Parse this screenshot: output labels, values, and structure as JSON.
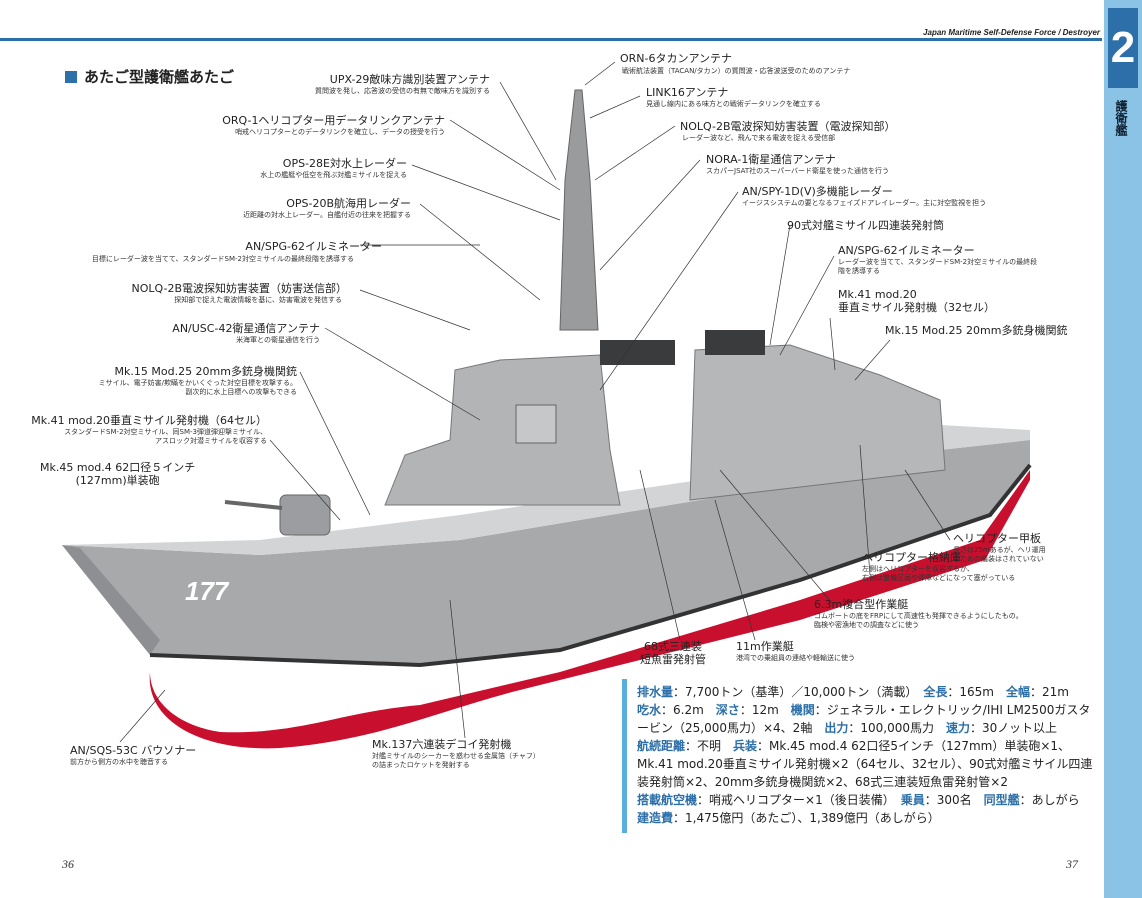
{
  "header": {
    "right": "Japan Maritime Self-Defense Force / Destroyer"
  },
  "chapter": {
    "number": "2",
    "label": "護衛艦"
  },
  "title": "あたご型護衛艦あたご",
  "hull_number": "177",
  "callouts": [
    {
      "id": "orn6",
      "label": "ORN-6タカンアンテナ",
      "sub": "戦術航法装置（TACAN/タカン）の質問波・応答波送受のためのアンテナ"
    },
    {
      "id": "upx29",
      "label": "UPX-29敵味方識別装置アンテナ",
      "sub": "質問波を発し、応答波の受信の有無で敵味方を識別する"
    },
    {
      "id": "link16",
      "label": "LINK16アンテナ",
      "sub": "見通し線内にある味方との戦術データリンクを確立する"
    },
    {
      "id": "orq1",
      "label": "ORQ-1ヘリコプター用データリンクアンテナ",
      "sub": "哨戒ヘリコプターとのデータリンクを確立し、データの授受を行う"
    },
    {
      "id": "nolq2b_rx",
      "label": "NOLQ-2B電波探知妨害装置（電波探知部）",
      "sub": "レーダー波など、飛んで来る電波を捉える受信部"
    },
    {
      "id": "ops28e",
      "label": "OPS-28E対水上レーダー",
      "sub": "水上の艦艇や低空を飛ぶ対艦ミサイルを捉える"
    },
    {
      "id": "nora1",
      "label": "NORA-1衛星通信アンテナ",
      "sub": "スカパーJSAT社のスーパーバード衛星を使った通信を行う"
    },
    {
      "id": "ops20b",
      "label": "OPS-20B航海用レーダー",
      "sub": "近距離の対水上レーダー。自艦付近の往来を把握する"
    },
    {
      "id": "spy1d",
      "label": "AN/SPY-1D(V)多機能レーダー",
      "sub": "イージスシステムの要となるフェイズドアレイレーダー。主に対空監視を担う"
    },
    {
      "id": "type90",
      "label": "90式対艦ミサイル四連装発射筒",
      "sub": ""
    },
    {
      "id": "spg62_fwd",
      "label": "AN/SPG-62イルミネーター",
      "sub": "目標にレーダー波を当てて、スタンダードSM-2対空ミサイルの最終段階を誘導する"
    },
    {
      "id": "spg62_aft",
      "label": "AN/SPG-62イルミネーター",
      "sub": "レーダー波を当てて、スタンダードSM-2対空ミサイルの最終段階を誘導する"
    },
    {
      "id": "nolq2b_tx",
      "label": "NOLQ-2B電波探知妨害装置（妨害送信部）",
      "sub": "探知部で捉えた電波情報を基に、妨害電波を発信する"
    },
    {
      "id": "mk41_aft",
      "label": "Mk.41 mod.20\n垂直ミサイル発射機（32セル）",
      "sub": ""
    },
    {
      "id": "usc42",
      "label": "AN/USC-42衛星通信アンテナ",
      "sub": "米海軍との衛星通信を行う"
    },
    {
      "id": "mk15_aft",
      "label": "Mk.15 Mod.25 20mm多銃身機関銃",
      "sub": ""
    },
    {
      "id": "mk15_fwd",
      "label": "Mk.15 Mod.25 20mm多銃身機関銃",
      "sub": "ミサイル、電子妨害/欺瞞をかいくぐった対空目標を攻撃する。\n副次的に水上目標への攻撃もできる"
    },
    {
      "id": "mk41_fwd",
      "label": "Mk.41 mod.20垂直ミサイル発射機（64セル）",
      "sub": "スタンダードSM-2対空ミサイル、同SM-3弾道弾迎撃ミサイル、\nアスロック対潜ミサイルを収容する"
    },
    {
      "id": "mk45",
      "label": "Mk.45 mod.4 62口径５インチ\n(127mm)単装砲",
      "sub": ""
    },
    {
      "id": "heli_deck",
      "label": "ヘリコプター甲板",
      "sub": "長さは25mあるが、ヘリ運用\nのための艤装はされていない"
    },
    {
      "id": "hangar",
      "label": "ヘリコプター格納庫",
      "sub": "左側はヘリコプターを収容するが、\n右側は整備区画や弾庫などになって塞がっている"
    },
    {
      "id": "boat63",
      "label": "6.3m複合型作業艇",
      "sub": "ゴムボートの底をFRPにして高速性も発揮できるようにしたもの。\n臨検や密漁地での調査などに使う"
    },
    {
      "id": "torpedo68",
      "label": "68式三連装\n短魚雷発射管",
      "sub": ""
    },
    {
      "id": "boat11",
      "label": "11m作業艇",
      "sub": "港湾での乗組員の連絡や軽輸送に使う"
    },
    {
      "id": "sqs53c",
      "label": "AN/SQS-53C バウソナー",
      "sub": "前方から側方の水中を聴音する"
    },
    {
      "id": "mk137",
      "label": "Mk.137六連装デコイ発射機",
      "sub": "対艦ミサイルのシーカーを惑わせる金属箔（チャフ）\nの詰まったロケットを発射する"
    }
  ],
  "specs": [
    {
      "k": "排水量",
      "v": "：7,700トン（基準）／10,000トン（満載）　"
    },
    {
      "k": "全長",
      "v": "：165m　"
    },
    {
      "k": "全幅",
      "v": "：21m\n"
    },
    {
      "k": "吃水",
      "v": "：6.2m　"
    },
    {
      "k": "深さ",
      "v": "：12m　"
    },
    {
      "k": "機関",
      "v": "：ジェネラル・エレクトリック/IHI LM2500ガスタービン（25,000馬力）×4、2軸　"
    },
    {
      "k": "出力",
      "v": "：100,000馬力　"
    },
    {
      "k": "速力",
      "v": "：30ノット以上\n"
    },
    {
      "k": "航続距離",
      "v": "：不明　"
    },
    {
      "k": "兵装",
      "v": "：Mk.45 mod.4 62口径5インチ（127mm）単装砲×1、Mk.41 mod.20垂直ミサイル発射機×2（64セル、32セル）、90式対艦ミサイル四連装発射筒×2、20mm多銃身機関銃×2、68式三連装短魚雷発射管×2\n"
    },
    {
      "k": "搭載航空機",
      "v": "：哨戒ヘリコプター×1（後日装備）　"
    },
    {
      "k": "乗員",
      "v": "：300名　"
    },
    {
      "k": "同型艦",
      "v": "：あしがら\n"
    },
    {
      "k": "建造費",
      "v": "：1,475億円（あたご）、1,389億円（あしがら）"
    }
  ],
  "page_left": "36",
  "page_right": "37"
}
